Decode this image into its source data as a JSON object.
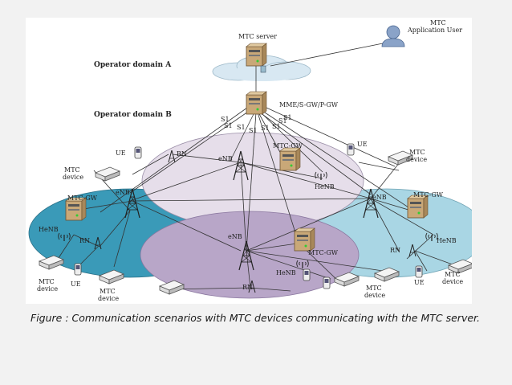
{
  "diagram": {
    "labels": {
      "mtc_application_user": [
        "MTC",
        "Application User"
      ],
      "mtc_server": "MTC server",
      "operator_domain_a": "Operator domain A",
      "operator_domain_b": "Operator domain B",
      "mme_gw": "MME/S-GW/P-GW",
      "s1": "S1",
      "ue": "UE",
      "rn": "RN",
      "enb": "eNB",
      "henb": "HeNB",
      "mtc_gw": "MTC-GW",
      "mtc_device": [
        "MTC",
        "device"
      ]
    },
    "colors": {
      "left_cell": "#3a9ab8",
      "right_cell": "#a9d6e4",
      "top_cell": "#e6deea",
      "bottom_cell": "#b8a6c8",
      "cloud": "#d8e8f2",
      "link": "#333333"
    }
  },
  "caption": "Figure : Communication scenarios with MTC devices communicating with the MTC server."
}
